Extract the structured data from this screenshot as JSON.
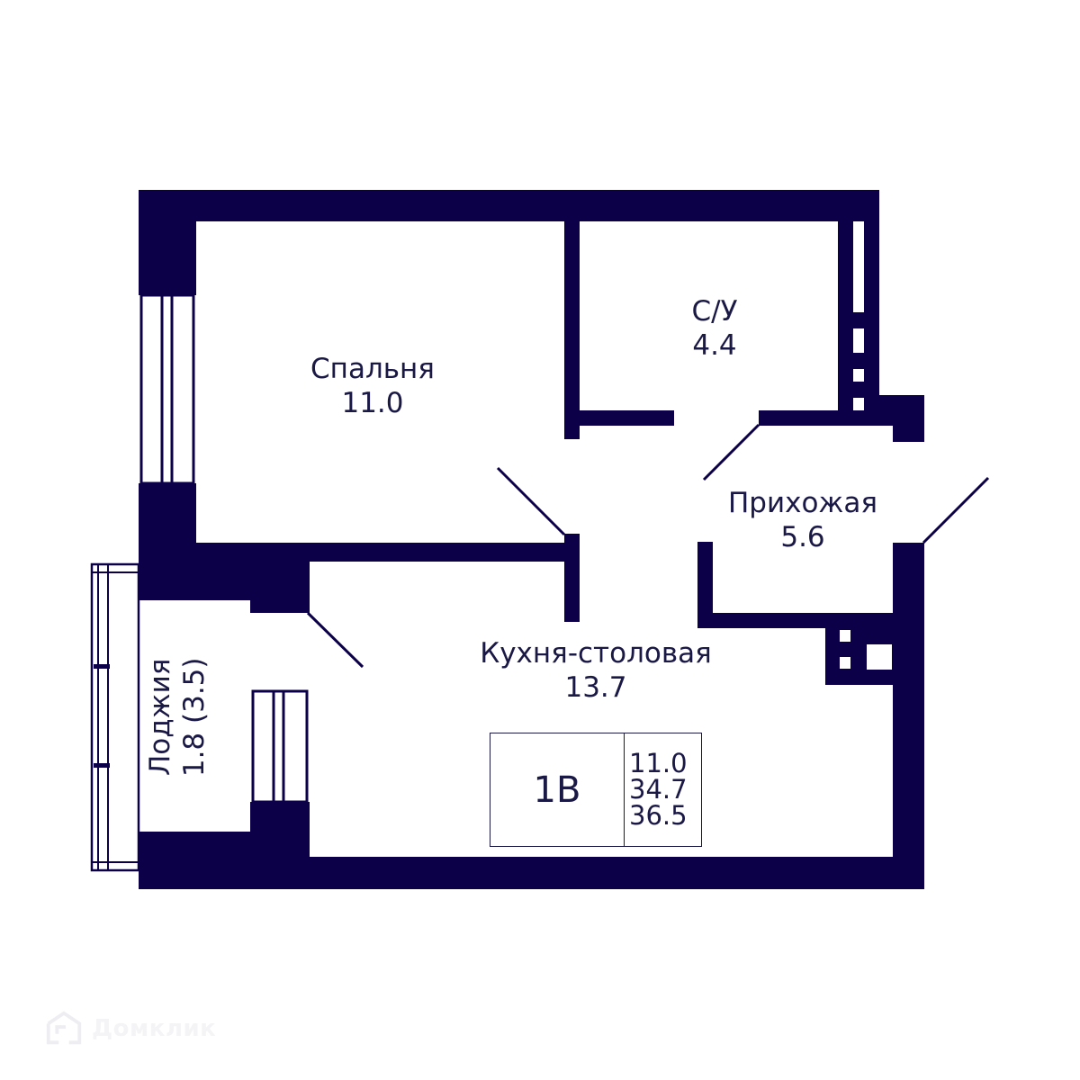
{
  "colors": {
    "wall": "#0c0048",
    "text": "#1a1845",
    "background": "#ffffff",
    "watermark": "#f2f2f4"
  },
  "rooms": [
    {
      "id": "bedroom",
      "name": "Спальня",
      "area": "11.0"
    },
    {
      "id": "bathroom",
      "name": "С/У",
      "area": "4.4"
    },
    {
      "id": "hallway",
      "name": "Прихожая",
      "area": "5.6"
    },
    {
      "id": "kitchen-dining",
      "name": "Кухня-столовая",
      "area": "13.7"
    },
    {
      "id": "loggia",
      "name": "Лоджия",
      "area": "1.8 (3.5)"
    }
  ],
  "apartment_info": {
    "type": "1В",
    "living_area": "11.0",
    "total_area": "34.7",
    "total_area_with_loggia": "36.5"
  },
  "watermark": {
    "icon": "domclick-house-icon",
    "text": "Домклик"
  }
}
